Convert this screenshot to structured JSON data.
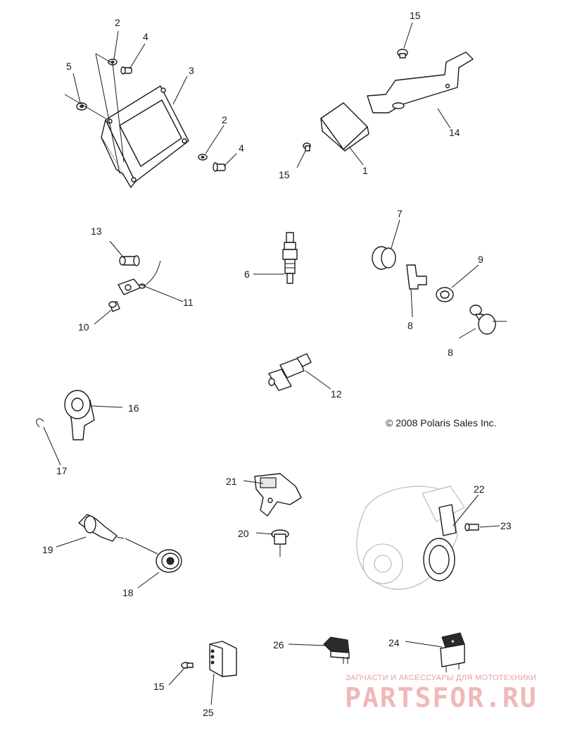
{
  "callouts": {
    "c1": "1",
    "c2a": "2",
    "c2b": "2",
    "c3": "3",
    "c4a": "4",
    "c4b": "4",
    "c5": "5",
    "c6": "6",
    "c7": "7",
    "c8a": "8",
    "c8b": "8",
    "c9": "9",
    "c10": "10",
    "c11": "11",
    "c12": "12",
    "c13": "13",
    "c14": "14",
    "c15a": "15",
    "c15b": "15",
    "c15c": "15",
    "c16": "16",
    "c17": "17",
    "c18": "18",
    "c19": "19",
    "c20": "20",
    "c21": "21",
    "c22": "22",
    "c23": "23",
    "c24": "24",
    "c25": "25",
    "c26": "26"
  },
  "copyright": "© 2008 Polaris Sales Inc.",
  "watermark": {
    "tagline": "ЗАПЧАСТИ И АКСЕССУАРЫ ДЛЯ МОТОТЕХНИКИ",
    "logo": "PARTSFOR.RU"
  }
}
